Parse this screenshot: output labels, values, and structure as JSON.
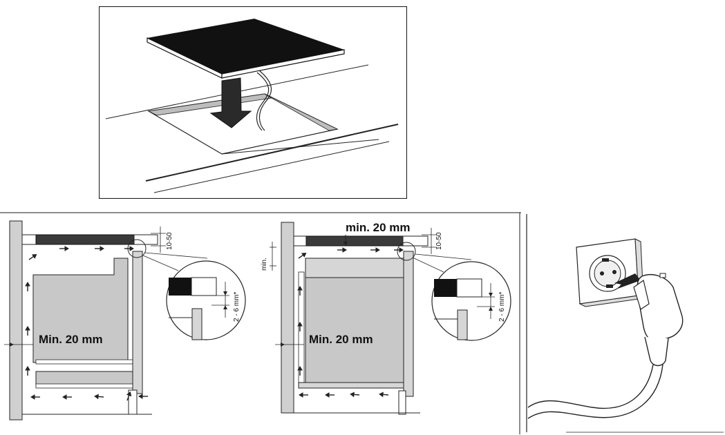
{
  "colors": {
    "line": "#222222",
    "cabinet_fill": "#c8c8c8",
    "panel_fill": "#d6d6d6",
    "hob_top": "#111111",
    "cooktop_bar": "#3a3a3a",
    "plate_fill": "#d0d0d0"
  },
  "top_panel": {
    "icons": [
      "hob-icon",
      "arrow-down-icon",
      "cable-icon",
      "cutout-icon"
    ]
  },
  "left_diagram": {
    "min_distance": "Min. 20 mm",
    "gap_top": "10-50",
    "gap_detail": "2 - 6 mm*"
  },
  "middle_diagram": {
    "min_top": "min. 20 mm",
    "min_vertical": "min.",
    "min_distance": "Min. 20 mm",
    "gap_top": "10-50",
    "gap_detail": "2 - 6 mm*"
  },
  "right_panel": {
    "icons": [
      "socket-icon",
      "plug-icon",
      "arrow-icon",
      "cable-icon"
    ]
  }
}
